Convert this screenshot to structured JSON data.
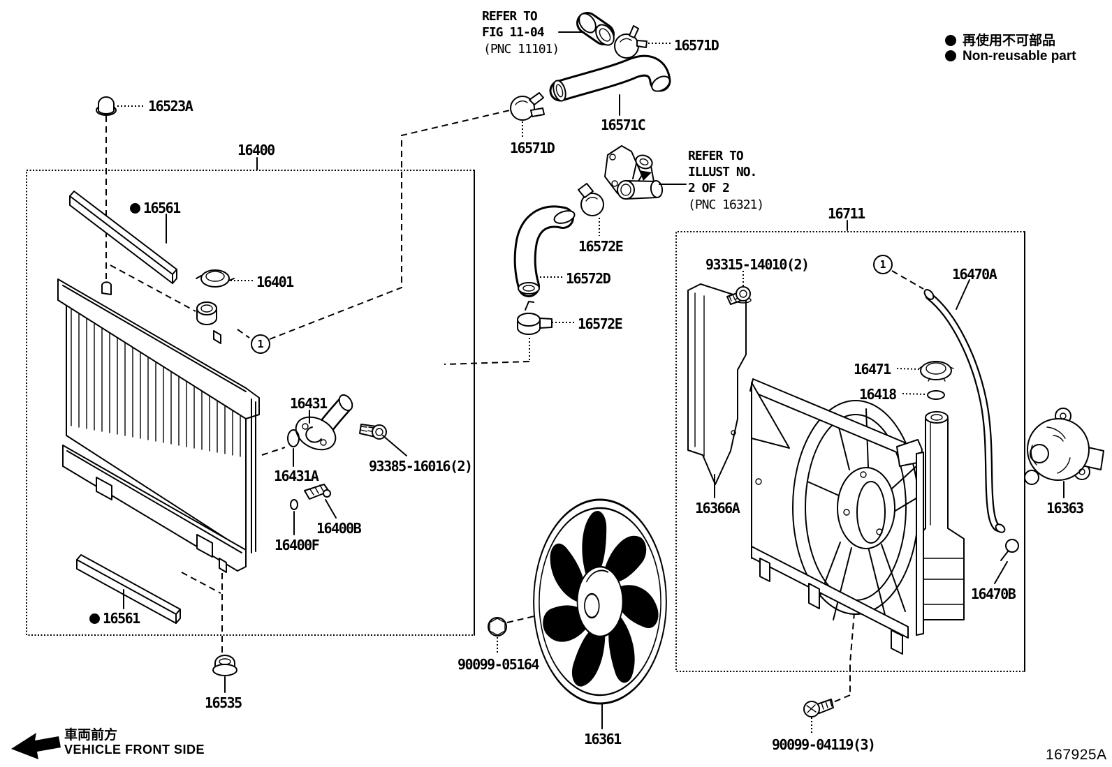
{
  "diagram_id": "167925A",
  "legend": {
    "jp": "再使用不可部品",
    "en": "Non-reusable part"
  },
  "orientation": {
    "jp": "車両前方",
    "en": "VEHICLE FRONT SIDE"
  },
  "notes": {
    "fig": [
      "REFER TO",
      "FIG 11-04",
      "(PNC 11101)"
    ],
    "illust": [
      "REFER TO",
      "ILLUST NO.",
      "2 OF 2",
      "(PNC 16321)"
    ]
  },
  "markers": [
    "1",
    "1"
  ],
  "icons": {
    "non_reusable_bullet": "filled-circle",
    "front_direction_arrow": "left-arrow"
  },
  "labels": [
    {
      "text": "16523A"
    },
    {
      "text": "16400"
    },
    {
      "text": "16561",
      "non_reusable": true
    },
    {
      "text": "16401"
    },
    {
      "text": "16431"
    },
    {
      "text": "16431A"
    },
    {
      "text": "93385-16016(2)"
    },
    {
      "text": "16400B"
    },
    {
      "text": "16400F"
    },
    {
      "text": "16561",
      "non_reusable": true
    },
    {
      "text": "16535"
    },
    {
      "text": "16571D"
    },
    {
      "text": "16571C"
    },
    {
      "text": "16571D"
    },
    {
      "text": "16572E"
    },
    {
      "text": "16572D"
    },
    {
      "text": "16572E"
    },
    {
      "text": "16711"
    },
    {
      "text": "93315-14010(2)"
    },
    {
      "text": "16470A"
    },
    {
      "text": "16471"
    },
    {
      "text": "16418"
    },
    {
      "text": "16366A"
    },
    {
      "text": "16363"
    },
    {
      "text": "16470B"
    },
    {
      "text": "90099-05164"
    },
    {
      "text": "16361"
    },
    {
      "text": "90099-04119(3)"
    }
  ]
}
